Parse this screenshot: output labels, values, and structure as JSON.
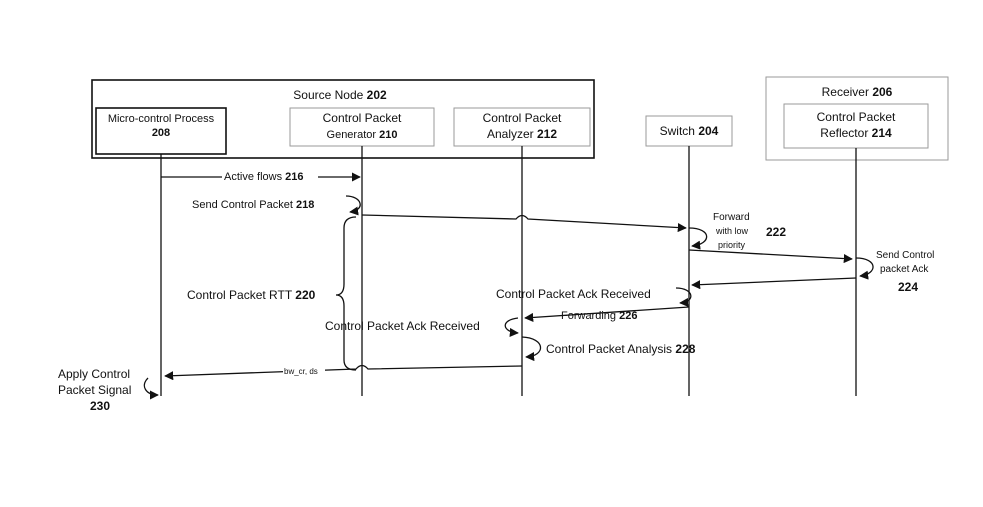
{
  "source_node": {
    "label": "Source Node",
    "number": "202"
  },
  "receiver": {
    "label": "Receiver",
    "number": "206"
  },
  "participants": {
    "micro_control": {
      "line1": "Micro-control Process",
      "number": "208"
    },
    "generator": {
      "line1": "Control Packet",
      "line2": "Generator",
      "number": "210"
    },
    "analyzer": {
      "line1": "Control Packet",
      "line2": "Analyzer",
      "number": "212"
    },
    "switch": {
      "line1": "Switch",
      "number": "204"
    },
    "reflector": {
      "line1": "Control Packet",
      "line2": "Reflector",
      "number": "214"
    }
  },
  "messages": {
    "active_flows": {
      "label": "Active flows",
      "number": "216"
    },
    "send_control_packet": {
      "label": "Send Control Packet",
      "number": "218"
    },
    "rtt": {
      "label": "Control Packet RTT",
      "number": "220"
    },
    "forward": {
      "line1": "Forward",
      "line2": "with low",
      "line3": "priority",
      "number": "222"
    },
    "send_control_ack": {
      "line1": "Send Control",
      "line2": "packet Ack",
      "number": "224"
    },
    "ack_received_switch": {
      "label": "Control Packet Ack Received"
    },
    "forwarding": {
      "label": "Forwarding",
      "number": "226"
    },
    "ack_received_analyzer": {
      "label": "Control Packet Ack Received"
    },
    "analysis": {
      "label": "Control Packet Analysis",
      "number": "228"
    },
    "bw": {
      "label": "bw_cr, ds"
    },
    "apply": {
      "line1": "Apply Control",
      "line2": "Packet Signal",
      "number": "230"
    }
  }
}
